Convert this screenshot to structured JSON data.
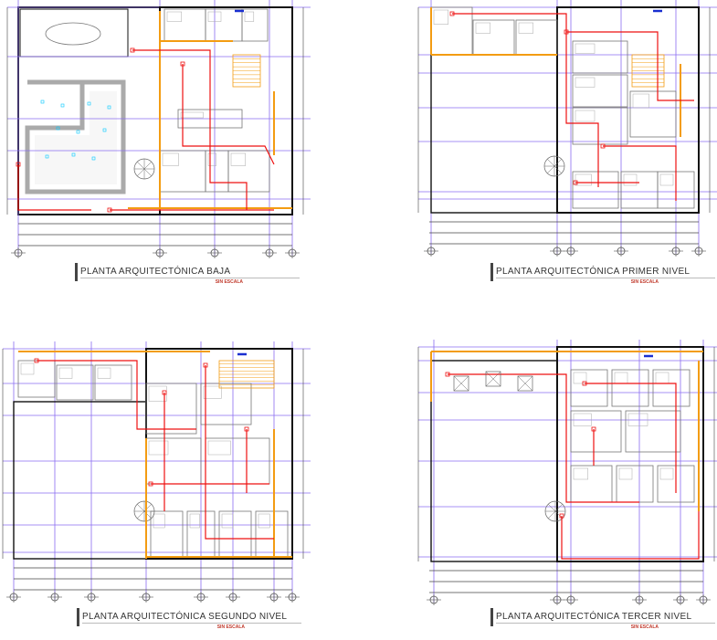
{
  "plans": [
    {
      "title": "PLANTA ARQUITECTÓNICA BAJA",
      "scale": "SIN ESCALA"
    },
    {
      "title": "PLANTA ARQUITECTÓNICA PRIMER NIVEL",
      "scale": "SIN ESCALA"
    },
    {
      "title": "PLANTA ARQUITECTÓNICA SEGUNDO NIVEL",
      "scale": "SIN ESCALA"
    },
    {
      "title": "PLANTA ARQUITECTÓNICA TERCER NIVEL",
      "scale": "SIN ESCALA"
    }
  ],
  "colors": {
    "grid": "#8a6cf0",
    "wall": "#111111",
    "pipe": "#ee1111",
    "accent": "#f39c12",
    "fixture": "#888888",
    "blue": "#1a2fd0"
  }
}
